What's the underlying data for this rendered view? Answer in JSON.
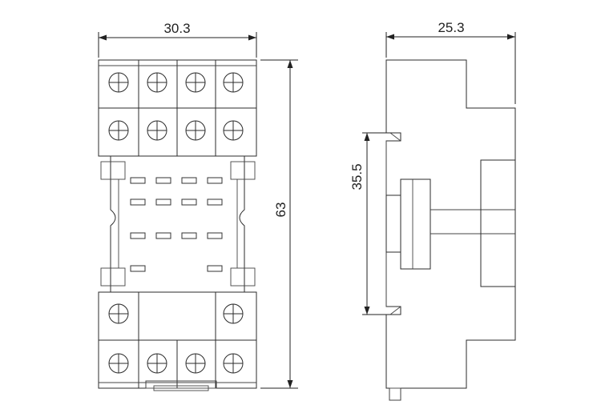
{
  "dimensions": {
    "width": "30.3",
    "height": "63",
    "depth": "25.3",
    "rail": "35.5"
  },
  "colors": {
    "line": "#2b2b2b",
    "background": "#ffffff"
  },
  "icons": {
    "terminal": "terminal-screw-icon"
  }
}
